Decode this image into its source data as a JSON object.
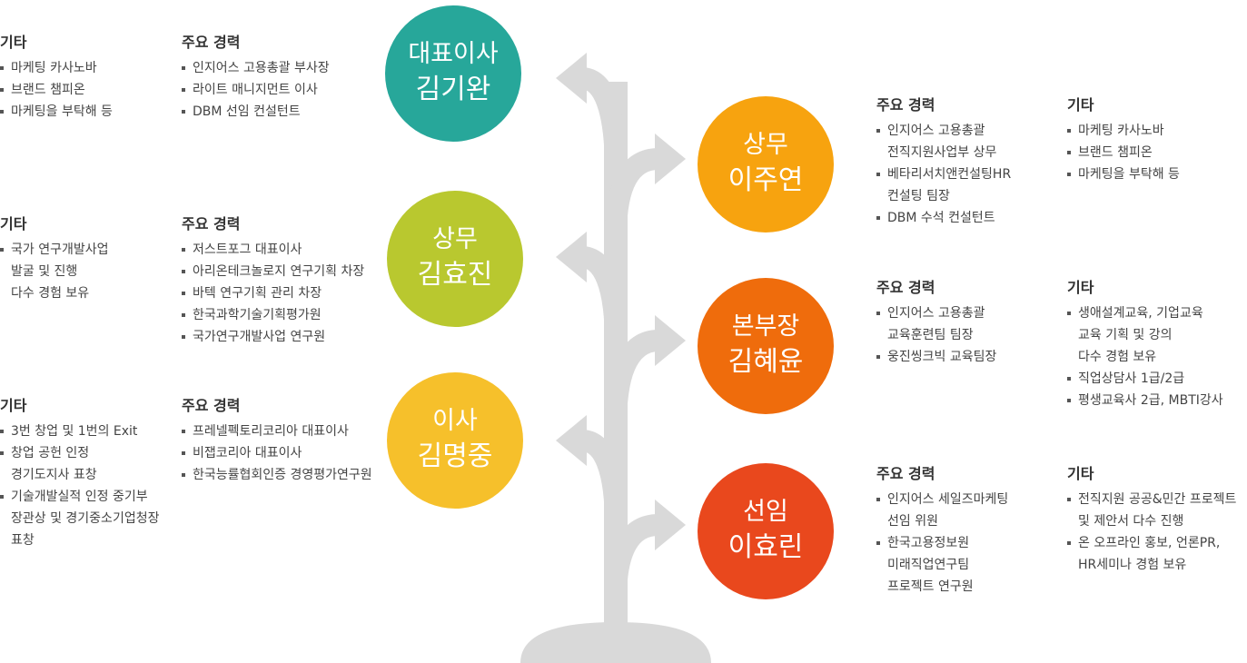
{
  "colors": {
    "trunk": "#d9d9d9",
    "teal": "#27a79a",
    "lime": "#b9c82f",
    "yellow": "#f6c02b",
    "orange": "#f7a30f",
    "dark_orange": "#ef6c0c",
    "red_orange": "#e9481d"
  },
  "people": [
    {
      "role": "대표이사",
      "name": "김기완",
      "color": "#27a79a",
      "career_title": "주요 경력",
      "career": [
        "인지어스 고용총괄 부사장",
        "라이트 매니지먼트 이사",
        "DBM 선임 컨설턴트"
      ],
      "etc_title": "기타",
      "etc": [
        "마케팅 카사노바",
        "브랜드 챔피온",
        "마케팅을 부탁해 등"
      ]
    },
    {
      "role": "상무",
      "name": "김효진",
      "color": "#b9c82f",
      "career_title": "주요 경력",
      "career": [
        "저스트포그 대표이사",
        "아리온테크놀로지 연구기획 차장",
        "바텍 연구기획 관리 차장",
        "한국과학기술기획평가원",
        "국가연구개발사업 연구원"
      ],
      "etc_title": "기타",
      "etc": [
        "국가 연구개발사업\n발굴 및 진행\n다수 경험 보유"
      ]
    },
    {
      "role": "이사",
      "name": "김명중",
      "color": "#f6c02b",
      "career_title": "주요 경력",
      "career": [
        "프레넬펙토리코리아 대표이사",
        "비잽코리아 대표이사",
        "한국능률협회인증 경영평가연구원"
      ],
      "etc_title": "기타",
      "etc": [
        "3번 창업 및 1번의 Exit",
        "창업 공헌 인정\n경기도지사 표창",
        "기술개발실적 인정 중기부\n장관상 및 경기중소기업청장\n표창"
      ]
    },
    {
      "role": "상무",
      "name": "이주연",
      "color": "#f7a30f",
      "career_title": "주요 경력",
      "career": [
        "인지어스 고용총괄\n전직지원사업부 상무",
        "베타리서치앤컨설팅HR\n컨설팅 팀장",
        "DBM 수석 컨설턴트"
      ],
      "etc_title": "기타",
      "etc": [
        "마케팅 카사노바",
        "브랜드 챔피온",
        "마케팅을 부탁해 등"
      ]
    },
    {
      "role": "본부장",
      "name": "김혜윤",
      "color": "#ef6c0c",
      "career_title": "주요 경력",
      "career": [
        "인지어스 고용총괄\n교육훈련팀 팀장",
        "웅진씽크빅 교육팀장"
      ],
      "etc_title": "기타",
      "etc": [
        "생애설계교육, 기업교육\n교육 기획 및 강의\n다수 경험 보유",
        "직업상담사 1급/2급",
        "평생교육사 2급, MBTI강사"
      ]
    },
    {
      "role": "선임",
      "name": "이효린",
      "color": "#e9481d",
      "career_title": "주요 경력",
      "career": [
        "인지어스 세일즈마케팅\n선임 위원",
        "한국고용정보원\n미래직업연구팀\n프로젝트 연구원"
      ],
      "etc_title": "기타",
      "etc": [
        "전직지원 공공&민간 프로젝트\n및 제안서 다수 진행",
        "온 오프라인 홍보, 언론PR,\nHR세미나 경험 보유"
      ]
    }
  ]
}
